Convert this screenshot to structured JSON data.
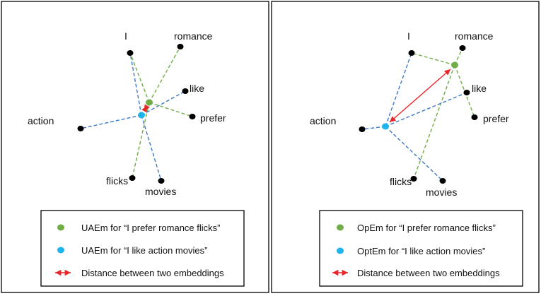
{
  "colors": {
    "green": "#70ad47",
    "blue": "#1eb4ee",
    "red": "#e8262a",
    "black": "#000000"
  },
  "panels": [
    {
      "id": "left",
      "words": {
        "I": "I",
        "romance": "romance",
        "like": "like",
        "prefer": "prefer",
        "action": "action",
        "flicks": "flicks",
        "movies": "movies"
      },
      "legend": {
        "green_label": "UAEm for “I prefer romance flicks”",
        "blue_label": "UAEm for “I like action movies”",
        "arrow_label": "Distance between two embeddings"
      }
    },
    {
      "id": "right",
      "words": {
        "I": "I",
        "romance": "romance",
        "like": "like",
        "prefer": "prefer",
        "action": "action",
        "flicks": "flicks",
        "movies": "movies"
      },
      "legend": {
        "green_label": "OpEm for “I prefer romance flicks”",
        "blue_label": "OptEm for “I like action movies”",
        "arrow_label": "Distance between two embeddings"
      }
    }
  ]
}
